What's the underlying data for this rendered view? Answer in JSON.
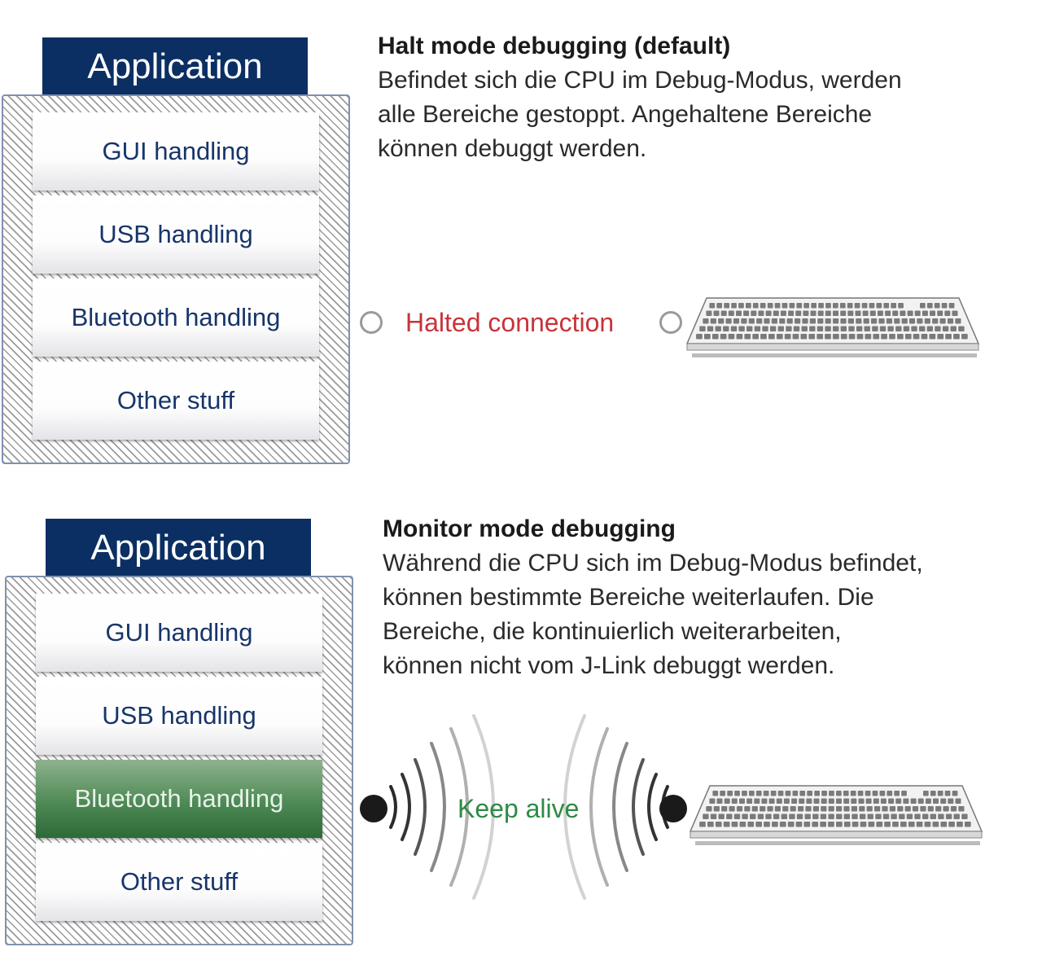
{
  "top": {
    "application_title": "Application",
    "modules": [
      "GUI handling",
      "USB handling",
      "Bluetooth handling",
      "Other stuff"
    ],
    "heading": "Halt mode debugging (default)",
    "description_lines": [
      "Befindet sich die CPU im Debug-Modus, werden",
      "alle Bereiche gestoppt. Angehaltene Bereiche",
      "können debuggt werden."
    ],
    "connection_label": "Halted connection",
    "connection_color": "#c8333a"
  },
  "bottom": {
    "application_title": "Application",
    "modules": [
      "GUI handling",
      "USB handling",
      "Bluetooth handling",
      "Other stuff"
    ],
    "active_module_index": 2,
    "heading": "Monitor mode debugging",
    "description_lines": [
      "Während die CPU sich im Debug-Modus befindet,",
      "können bestimmte Bereiche weiterlaufen. Die",
      "Bereiche, die kontinuierlich weiterarbeiten,",
      "können nicht vom J-Link debuggt werden."
    ],
    "connection_label": "Keep alive",
    "connection_color": "#2e8a44"
  },
  "colors": {
    "application_header": "#0b2f63",
    "module_text": "#17356a",
    "active_module": "#3f7d48"
  },
  "icons": {
    "halted_endpoint": "hollow-circle-icon",
    "alive_endpoint": "filled-circle-icon",
    "wave": "signal-wave-icon",
    "debugger": "keyboard-icon"
  }
}
